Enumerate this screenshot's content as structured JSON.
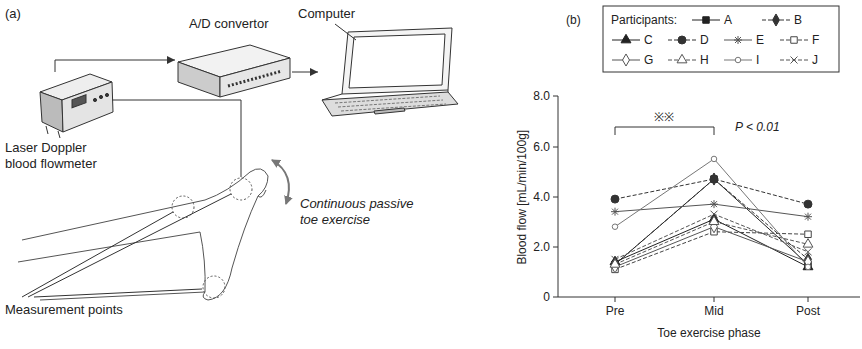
{
  "diagram": {
    "nodes": [
      {
        "text": [
          "Laser Doppler blood flowmeter"
        ]
      },
      {
        "text": [
          "A/D convertor"
        ]
      },
      {
        "text": [
          "Computer"
        ]
      }
    ],
    "edges": [
      {
        "from": 0,
        "to": 1,
        "arrow": "to"
      },
      {
        "from": 1,
        "to": 2,
        "arrow": "to"
      }
    ],
    "labels": [
      "(a)",
      "Continuous passive toe exercise",
      "Measurement points",
      "(b)",
      "Participants:",
      "8.0",
      "6.0",
      "4.0",
      "2.0",
      "0",
      "Pre",
      "Mid",
      "Post",
      "Blood flow [mL/min/100g]",
      "Toe exercise phase",
      "※※",
      "P < 0.01"
    ],
    "legend": [
      {
        "text": "A"
      },
      {
        "text": "B"
      },
      {
        "text": "C"
      },
      {
        "text": "D"
      },
      {
        "text": "E"
      },
      {
        "text": "F"
      },
      {
        "text": "G"
      },
      {
        "text": "H"
      },
      {
        "text": "I"
      },
      {
        "text": "J"
      }
    ]
  }
}
